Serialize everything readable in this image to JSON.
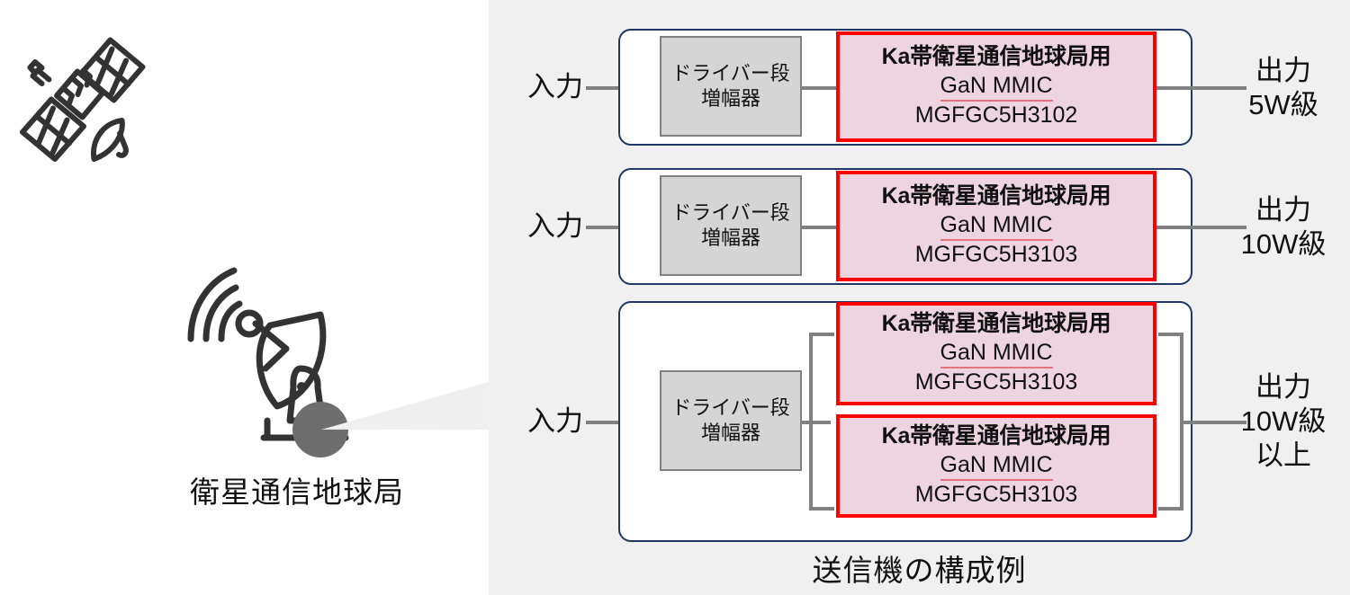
{
  "left": {
    "satellite_icon": "satellite-icon",
    "groundstation_icon": "satellite-dish-icon",
    "station_caption": "衛星通信地球局"
  },
  "panel": {
    "caption": "送信機の構成例",
    "colors": {
      "panel_background": "#f0f0f0",
      "group_border": "#1f3864",
      "driver_fill": "#d5d5d5",
      "driver_border": "#808080",
      "mmic_fill": "#eed4e0",
      "mmic_border": "#ff0000",
      "wire": "#808080"
    },
    "chains": [
      {
        "id": "chain-5w",
        "input_label": "入力",
        "driver": {
          "line1": "ドライバー段",
          "line2": "増幅器"
        },
        "amplifiers": [
          {
            "line1": "Ka帯衛星通信地球局用",
            "line2": "GaN MMIC",
            "line3": "MGFGC5H3102"
          }
        ],
        "output_label_line1": "出力",
        "output_label_line2": "5W級",
        "output_label_line3": ""
      },
      {
        "id": "chain-10w",
        "input_label": "入力",
        "driver": {
          "line1": "ドライバー段",
          "line2": "増幅器"
        },
        "amplifiers": [
          {
            "line1": "Ka帯衛星通信地球局用",
            "line2": "GaN MMIC",
            "line3": "MGFGC5H3103"
          }
        ],
        "output_label_line1": "出力",
        "output_label_line2": "10W級",
        "output_label_line3": ""
      },
      {
        "id": "chain-10w-plus",
        "input_label": "入力",
        "driver": {
          "line1": "ドライバー段",
          "line2": "増幅器"
        },
        "amplifiers": [
          {
            "line1": "Ka帯衛星通信地球局用",
            "line2": "GaN MMIC",
            "line3": "MGFGC5H3103"
          },
          {
            "line1": "Ka帯衛星通信地球局用",
            "line2": "GaN MMIC",
            "line3": "MGFGC5H3103"
          }
        ],
        "output_label_line1": "出力",
        "output_label_line2": "10W級",
        "output_label_line3": "以上"
      }
    ]
  }
}
